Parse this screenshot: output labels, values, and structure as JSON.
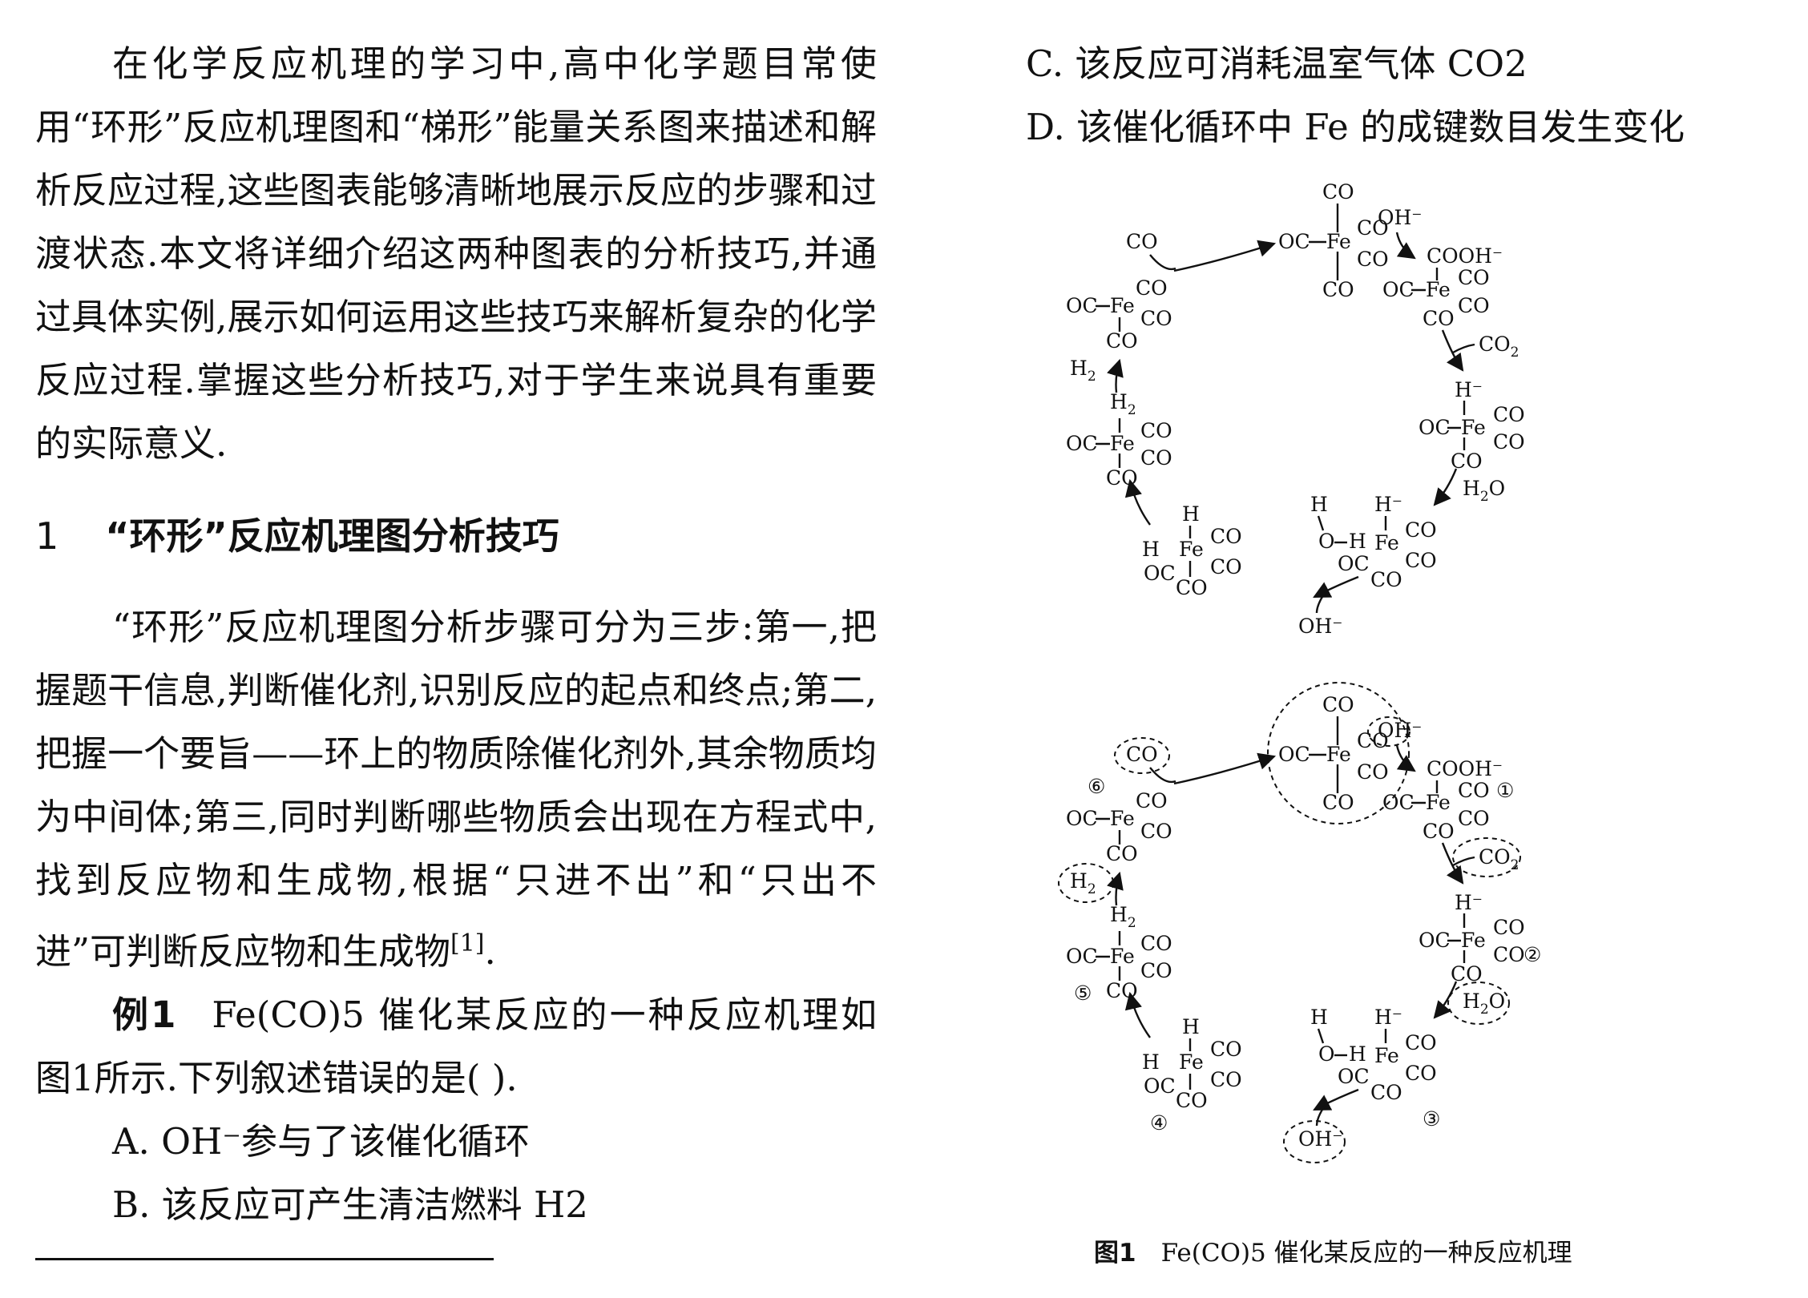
{
  "intro": "在化学反应机理的学习中,高中化学题目常使用“环形”反应机理图和“梯形”能量关系图来描述和解析反应过程,这些图表能够清晰地展示反应的步骤和过渡状态.本文将详细介绍这两种图表的分析技巧,并通过具体实例,展示如何运用这些技巧来解析复杂的化学反应过程.掌握这些分析技巧,对于学生来说具有重要的实际意义.",
  "section": {
    "number": "1",
    "title": "“环形”反应机理图分析技巧"
  },
  "steps_text": "“环形”反应机理图分析步骤可分为三步:第一,把握题干信息,判断催化剂,识别反应的起点和终点;第二,把握一个要旨——环上的物质除催化剂外,其余物质均为中间体;第三,同时判断哪些物质会出现在方程式中,找到反应物和生成物,根据“只进不出”和“只出不进”可判断反应物和生成物",
  "citation": "[1]",
  "steps_end": ".",
  "example": {
    "label": "例1",
    "question": "Fe(CO)5 催化某反应的一种反应机理如图1所示.下列叙述错误的是(    ).",
    "options": {
      "A": "A. OH⁻参与了该催化循环",
      "B": "B. 该反应可产生清洁燃料 H2",
      "C": "C. 该反应可消耗温室气体 CO2",
      "D": "D. 该催化循环中 Fe 的成键数目发生变化"
    }
  },
  "figure": {
    "caption_label": "图1",
    "caption_text": "Fe(CO)5 催化某反应的一种反应机理",
    "labels": {
      "co": "CO",
      "oc": "OC",
      "fe": "Fe",
      "oh": "OH⁻",
      "cooh": "COOH⁻",
      "co2": "CO",
      "co2_sub": "2",
      "h_minus": "H⁻",
      "h2o": "H",
      "h2o_sub": "2",
      "h2o_o": "O",
      "h2": "H",
      "h2_sub": "2",
      "h": "H",
      "o": "O",
      "n1": "①",
      "n2": "②",
      "n3": "③",
      "n4": "④",
      "n5": "⑤",
      "n6": "⑥"
    }
  }
}
